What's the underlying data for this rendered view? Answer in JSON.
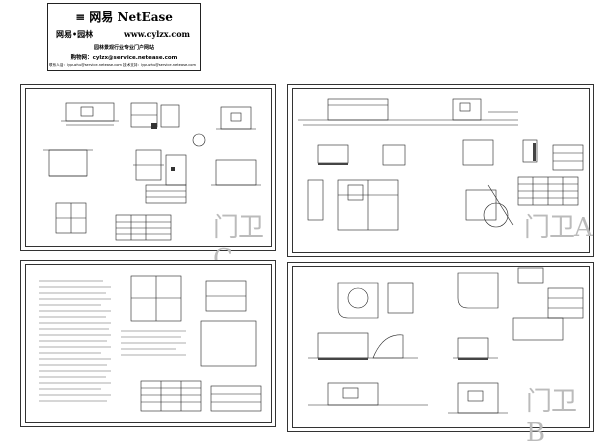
{
  "header": {
    "title": "≡ 网易 NetEase",
    "brand": "网易•园林",
    "site": "www.cylzx.com",
    "tagline": "园林景观行业专业门户网站",
    "contact_line": "购物网：cylzx@service.netease.com",
    "footer_line": "联系人话：lypuzhu@service.netease.com  技术支持：lypuzhu@service.netease.com"
  },
  "sheets": [
    {
      "id": "sheet-1",
      "code": "门卫C"
    },
    {
      "id": "sheet-2",
      "code": "门卫A"
    },
    {
      "id": "sheet-3",
      "code": ""
    },
    {
      "id": "sheet-4",
      "code": "门卫B"
    }
  ],
  "colors": {
    "line": "#222222",
    "faint": "#bbbbbb",
    "bg": "#ffffff"
  }
}
